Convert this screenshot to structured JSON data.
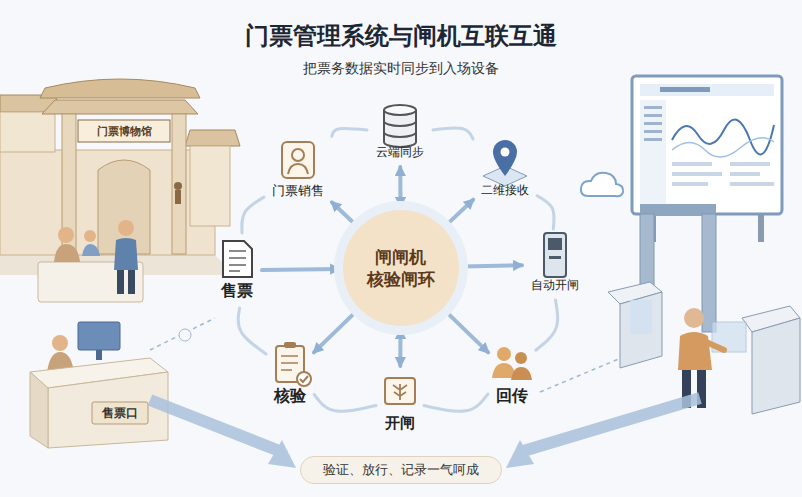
{
  "diagram": {
    "title": "门票管理系统与闸机互联互通",
    "caption": "验证、放行、记录一气呵成",
    "nodes": [
      {
        "text": [
          "门票销售"
        ]
      },
      {
        "text": [
          "云端同步"
        ]
      },
      {
        "text": [
          "二维接收"
        ]
      },
      {
        "text": [
          "售票"
        ]
      },
      {
        "text": [
          "闸闸机 核验闸环"
        ]
      },
      {
        "text": [
          "自动开闸"
        ]
      },
      {
        "text": [
          "核验"
        ]
      },
      {
        "text": [
          "开闸"
        ]
      },
      {
        "text": [
          "回传"
        ]
      }
    ],
    "edges": [
      {
        "from": 3,
        "to": 4,
        "arrow": "to"
      },
      {
        "from": 4,
        "to": 5,
        "arrow": "to"
      },
      {
        "from": 1,
        "to": 4,
        "arrow": "both"
      },
      {
        "from": 4,
        "to": 7,
        "arrow": "both"
      },
      {
        "from": 4,
        "to": 0,
        "arrow": "to"
      },
      {
        "from": 4,
        "to": 2,
        "arrow": "to"
      },
      {
        "from": 4,
        "to": 6,
        "arrow": "to"
      },
      {
        "from": 4,
        "to": 8,
        "arrow": "to"
      },
      {
        "from": 0,
        "to": 1,
        "arrow": "none"
      },
      {
        "from": 1,
        "to": 2,
        "arrow": "none"
      },
      {
        "from": 2,
        "to": 5,
        "arrow": "none"
      },
      {
        "from": 5,
        "to": 8,
        "arrow": "none"
      },
      {
        "from": 8,
        "to": 7,
        "arrow": "none"
      },
      {
        "from": 7,
        "to": 6,
        "arrow": "none"
      },
      {
        "from": 6,
        "to": 3,
        "arrow": "none"
      },
      {
        "from": 3,
        "to": 0,
        "arrow": "none"
      }
    ],
    "labels": [
      "把票务数据实时同步到入场设备",
      "门票博物馆",
      "售票口"
    ]
  }
}
